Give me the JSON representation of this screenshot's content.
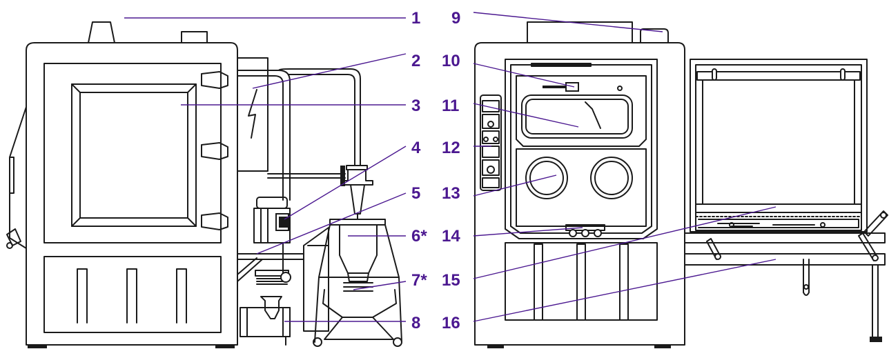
{
  "colors": {
    "label": "#4b1890",
    "line": "#1a1a1a",
    "background": "#ffffff"
  },
  "labels": {
    "left": [
      "1",
      "2",
      "3",
      "4",
      "5",
      "6*",
      "7*",
      "8"
    ],
    "right": [
      "9",
      "10",
      "11",
      "12",
      "13",
      "14",
      "15",
      "16"
    ]
  }
}
